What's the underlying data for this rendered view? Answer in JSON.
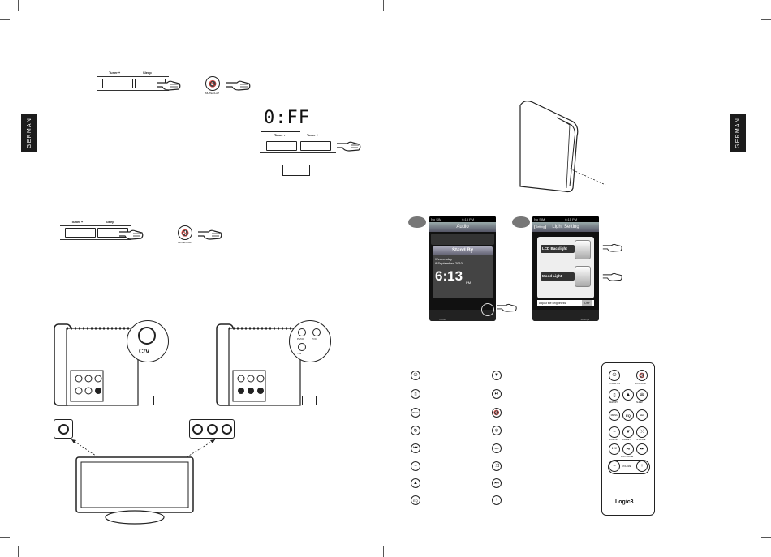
{
  "side_tabs": {
    "left": "GERMAN",
    "right": "GERMAN"
  },
  "buttons": {
    "tuner_plus": "Tuner +",
    "sleep": "Sleep",
    "tuner_minus": "Tuner -",
    "mute_label": "MUTE/CLAP"
  },
  "lcd": {
    "display": "0:FF"
  },
  "connectors": {
    "cv_label": "C/V",
    "ypbpr_labels": [
      "Pb/Cb",
      "Pr/Cr",
      "Y/G"
    ]
  },
  "phone_audio": {
    "status_left": "No SIM",
    "status_time": "6:15 PM",
    "title": "Audio",
    "standby": "Stand By",
    "day": "Wednesday",
    "date": "8 September, 2010",
    "clock": "6:13",
    "ampm": "PM",
    "tabs": [
      "Audio",
      "",
      ""
    ]
  },
  "phone_light": {
    "status_left": "No SIM",
    "status_time": "6:15 PM",
    "back": "Setting",
    "title": "Light Setting",
    "rows": [
      "LCD Backlight",
      "Mood Light"
    ],
    "brightness": "Adjust the Brightness",
    "off": "OFF",
    "tabs": [
      "",
      "",
      "Settings"
    ]
  },
  "remote": {
    "brand": "Logic3",
    "labels": [
      "POWER ON",
      "MUTE/CLAP",
      "MEMORY",
      "SLEEP",
      "SOURCE",
      "EQ",
      "PRESET",
      "MOOD",
      "SHUFFLE",
      "PLAY/PAUSE",
      "VOLUME"
    ]
  },
  "legend_icons": {
    "left": [
      "power-icon",
      "ipod-icon",
      "menu-icon",
      "repeat-icon",
      "prev-icon",
      "minus-icon",
      "up-icon",
      "eq-icon"
    ],
    "right": [
      "down-icon",
      "play-pause-icon",
      "mute-icon",
      "mood-icon",
      "select-icon",
      "shuffle-icon",
      "next-icon",
      "plus-icon"
    ]
  }
}
